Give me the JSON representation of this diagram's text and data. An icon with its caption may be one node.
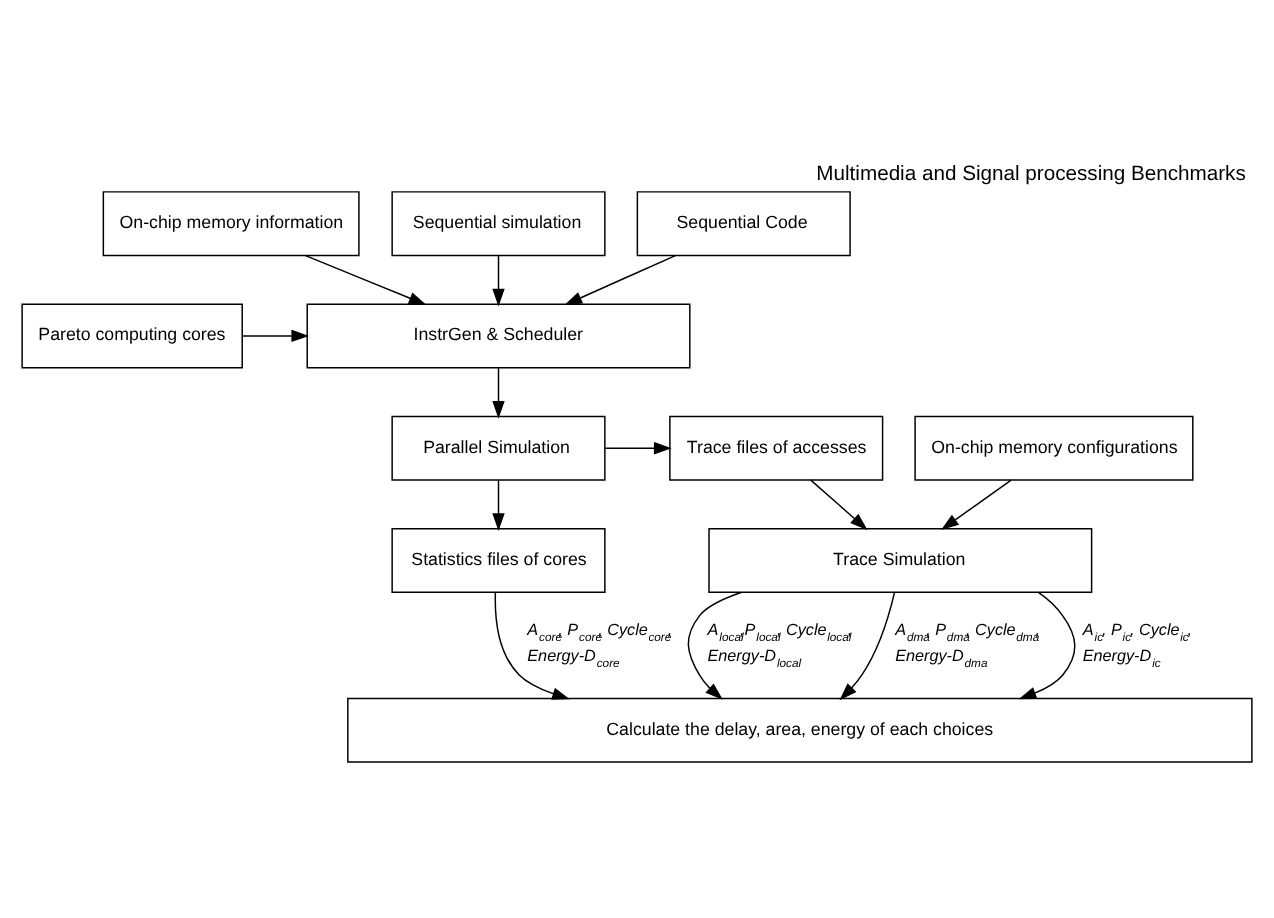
{
  "diagram": {
    "title": "Multimedia and Signal processing Benchmarks",
    "nodes": [
      {
        "text": [
          "On-chip memory information"
        ]
      },
      {
        "text": [
          "Sequential simulation"
        ]
      },
      {
        "text": [
          "Sequential Code"
        ]
      },
      {
        "text": [
          "Pareto computing cores"
        ]
      },
      {
        "text": [
          "InstrGen & Scheduler"
        ]
      },
      {
        "text": [
          "On-chip memory configurations"
        ]
      },
      {
        "text": [
          "Trace files of accesses"
        ]
      },
      {
        "text": [
          "Parallel Simulation"
        ]
      },
      {
        "text": [
          "Trace Simulation"
        ]
      },
      {
        "text": [
          "Statistics files of cores"
        ]
      },
      {
        "text": [
          "Calculate the delay, area, energy of each choices"
        ]
      }
    ],
    "edges": [
      {
        "from": 0,
        "to": 4,
        "arrow": "to"
      },
      {
        "from": 1,
        "to": 4,
        "arrow": "to"
      },
      {
        "from": 2,
        "to": 4,
        "arrow": "to"
      },
      {
        "from": 3,
        "to": 4,
        "arrow": "to"
      },
      {
        "from": 4,
        "to": 7,
        "arrow": "to"
      },
      {
        "from": 7,
        "to": 6,
        "arrow": "to"
      },
      {
        "from": 7,
        "to": 9,
        "arrow": "to"
      },
      {
        "from": 5,
        "to": 8,
        "arrow": "to"
      },
      {
        "from": 6,
        "to": 8,
        "arrow": "to"
      },
      {
        "from": 8,
        "to": 10,
        "arrow": "to",
        "label": "A$_{ic}$, P$_{ic}$, Cycle$_{ic}$, Energy-D$_{ic}$"
      },
      {
        "from": 8,
        "to": 10,
        "arrow": "to",
        "label": "A$_{local}$,P$_{local}$, Cycle$_{local}$, Energy-D$_{local}$"
      },
      {
        "from": 8,
        "to": 10,
        "arrow": "to",
        "label": "A$_{dma}$, P$_{dma}$, Cycle$_{dma}$, Energy-D$_{dma}$"
      },
      {
        "from": 9,
        "to": 10,
        "arrow": "to",
        "label": "A$_{core}$, P$_{core}$, Cycle$_{core}$, Energy-D$_{core}$"
      }
    ]
  }
}
